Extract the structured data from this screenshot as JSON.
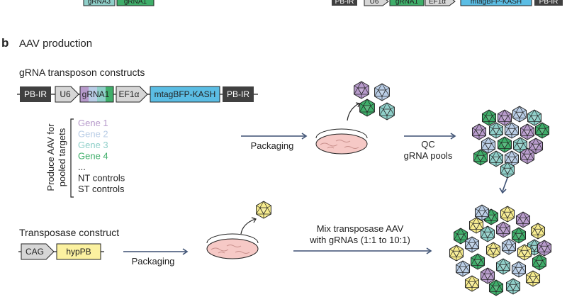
{
  "panel": {
    "letter": "b",
    "title": "AAV production"
  },
  "top_strip": {
    "left_labels": [
      "gRNA3",
      "gRNA1"
    ],
    "right_labels": [
      "PB-IR",
      "U6",
      "gRNA1",
      "EF1α",
      "mtagBFP-KASH",
      "PB-IR"
    ]
  },
  "grna_construct": {
    "heading": "gRNA transposon constructs",
    "elements": [
      "PB-IR",
      "U6",
      "gRNA1",
      "EF1α",
      "mtagBFP-KASH",
      "PB-IR"
    ]
  },
  "pooled": {
    "side_label_line1": "Produce AAV for",
    "side_label_line2": "pooled targets",
    "items": [
      {
        "text": "Gene 1",
        "color": "#b79acb"
      },
      {
        "text": "Gene 2",
        "color": "#b9cde6"
      },
      {
        "text": "Gene 3",
        "color": "#8fcfc9"
      },
      {
        "text": "Gene 4",
        "color": "#3fae6a"
      },
      {
        "text": "...",
        "color": "#222222"
      },
      {
        "text": "NT controls",
        "color": "#222222"
      },
      {
        "text": "ST controls",
        "color": "#222222"
      }
    ]
  },
  "steps": {
    "packaging_top": "Packaging",
    "qc_line1": "QC",
    "qc_line2": "gRNA pools",
    "packaging_bottom": "Packaging",
    "mix_line1": "Mix transposase AAV",
    "mix_line2": "with gRNAs (1:1 to 10:1)"
  },
  "transposase": {
    "heading": "Transposase construct",
    "elements": [
      "CAG",
      "hypPB"
    ]
  },
  "colors": {
    "dark_box": "#404040",
    "grey_arrow": "#d6d6d6",
    "bfp_blue": "#5bbde4",
    "hyppb_yellow": "#fbf1a0",
    "dish_pink": "#f6c9c6",
    "arrow_navy": "#3b4f72",
    "capsid_purple": "#b79acb",
    "capsid_lightblue": "#b9cde6",
    "capsid_teal": "#8fcfc9",
    "capsid_green": "#3fae6a",
    "capsid_yellow": "#f7ec8e"
  }
}
